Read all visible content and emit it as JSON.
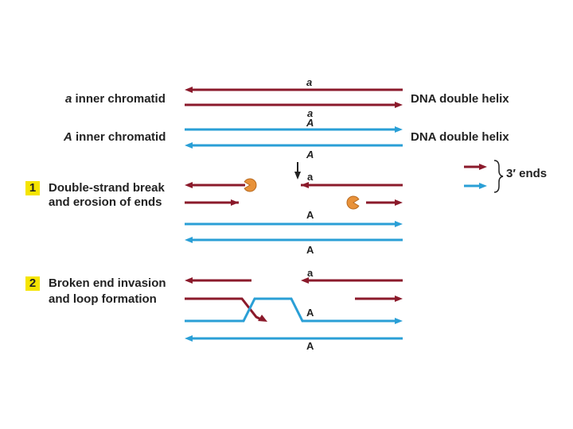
{
  "labels": {
    "inner_a_prefix": "a",
    "inner_a_rest": " inner chromatid",
    "inner_A_prefix": "A",
    "inner_A_rest": " inner chromatid",
    "dna_helix_1": "DNA double helix",
    "dna_helix_2": "DNA double helix",
    "three_prime_ends": "3′ ends"
  },
  "alleles": {
    "top_a1": "a",
    "top_a2": "a",
    "top_A1": "A",
    "top_A2": "A",
    "step1_a": "a",
    "step1_A1": "A",
    "step1_A2": "A",
    "step2_a": "a",
    "step2_A1": "A",
    "step2_A2": "A"
  },
  "steps": [
    {
      "number": "1",
      "line1": "Double-strand break",
      "line2": "and erosion of ends"
    },
    {
      "number": "2",
      "line1": "Broken end invasion",
      "line2": "and loop formation"
    }
  ],
  "colors": {
    "red_strand": "#8b1a2b",
    "blue_strand": "#2a9fd6",
    "nuclease": "#e8923a",
    "highlight": "#f5e400",
    "text": "#222222"
  }
}
